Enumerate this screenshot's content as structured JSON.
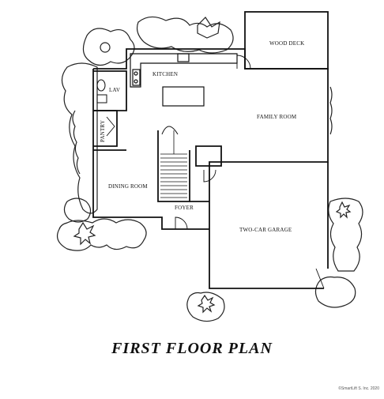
{
  "title": "FIRST FLOOR PLAN",
  "copyright": "©SmartLift S. Inc. 2020",
  "rooms": {
    "wood_deck": "WOOD DECK",
    "kitchen": "KITCHEN",
    "lav": "LAV",
    "family_room": "FAMILY ROOM",
    "pantry": "PANTRY",
    "dining_room": "DINING ROOM",
    "foyer": "FOYER",
    "garage": "TWO-CAR GARAGE"
  }
}
